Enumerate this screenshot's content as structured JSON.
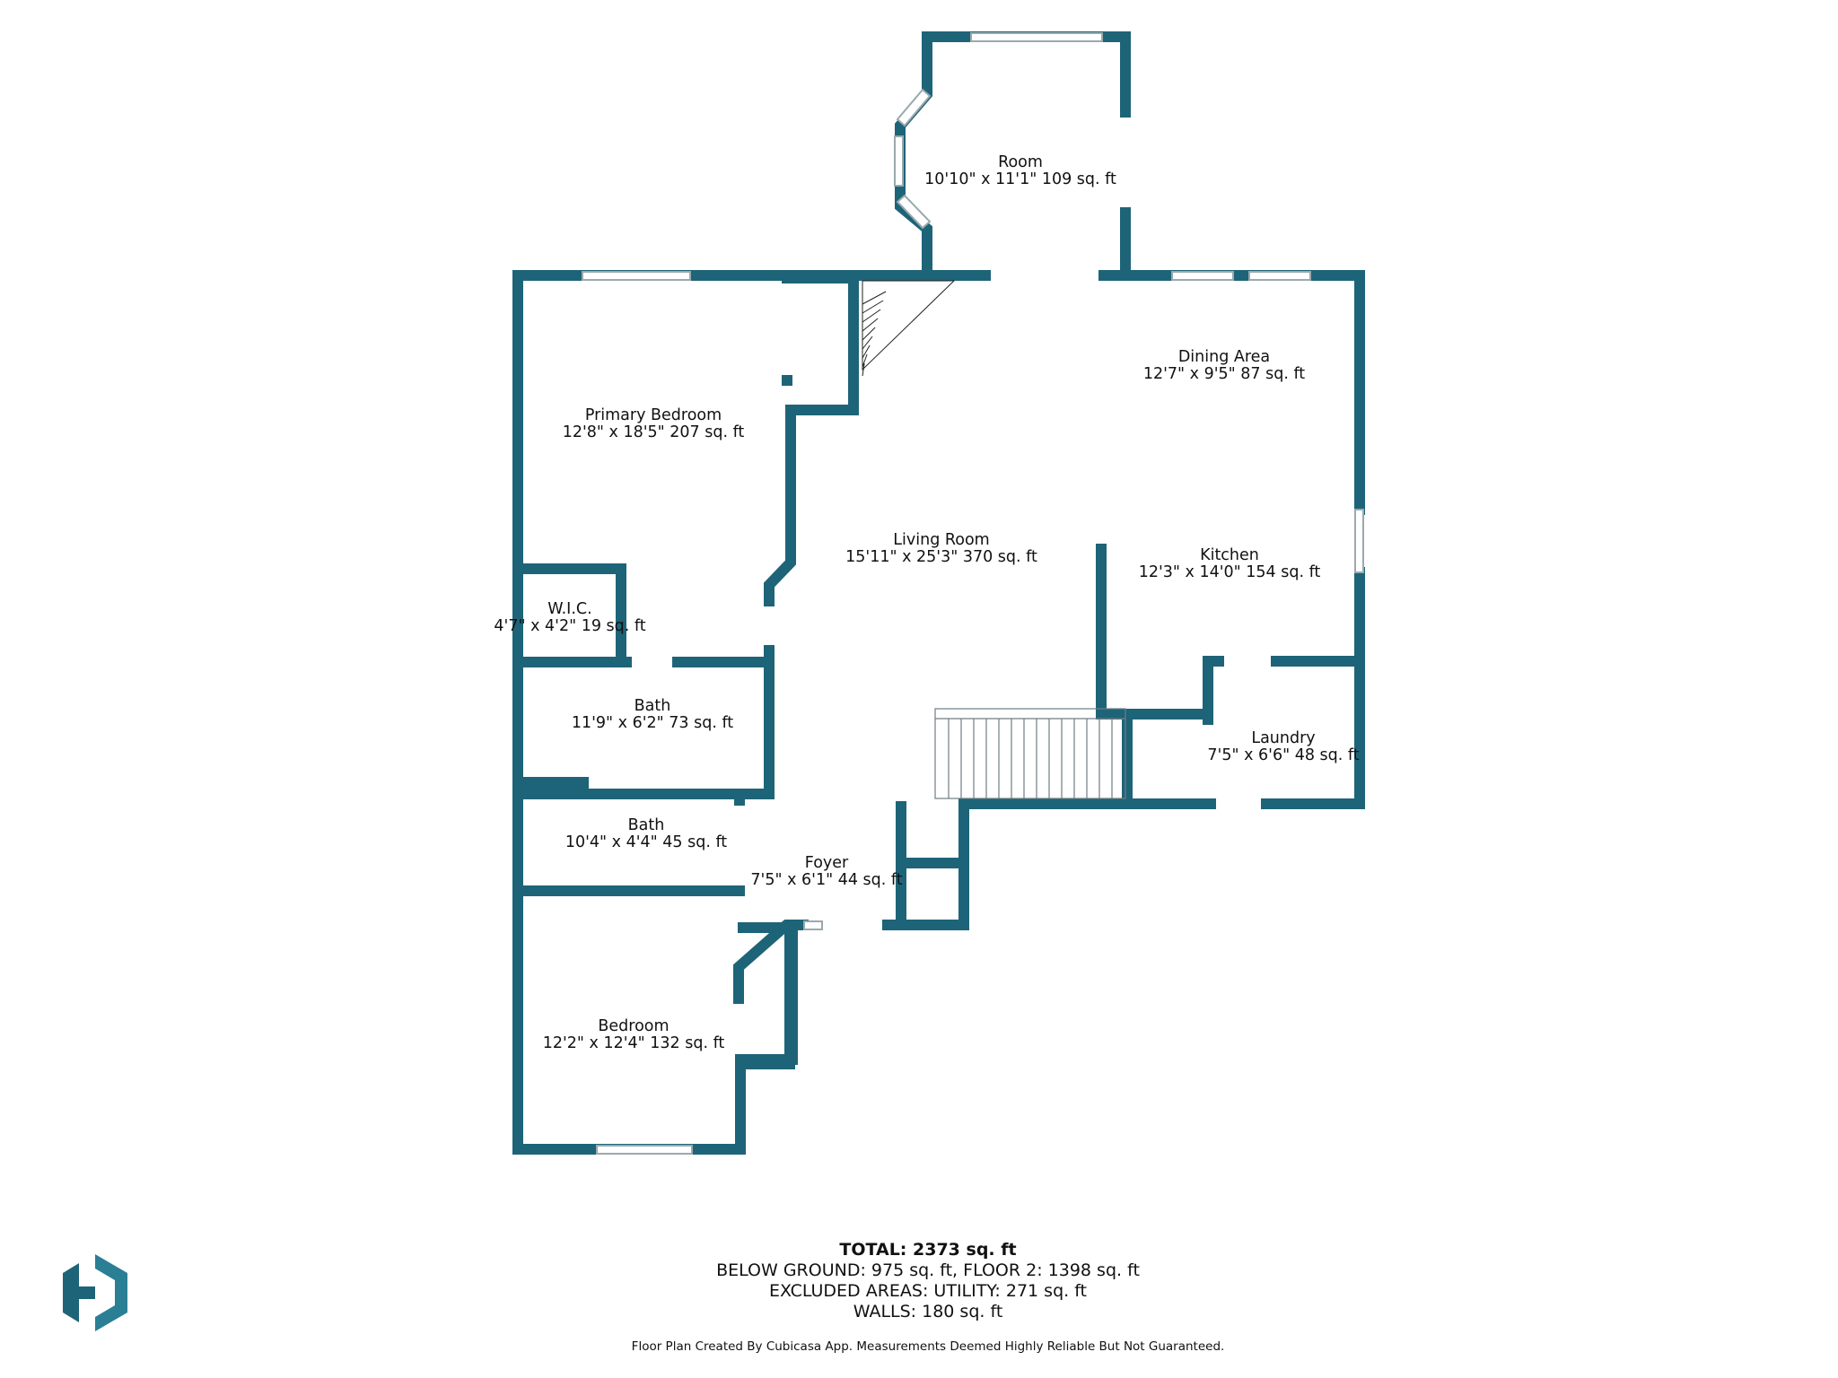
{
  "colors": {
    "wall": "#1e6478",
    "window": "#9aa9ae",
    "text": "#111111"
  },
  "rooms": {
    "sunroom": {
      "name": "Room",
      "dims": "10'10\" x 11'1\" 109 sq. ft"
    },
    "primary": {
      "name": "Primary Bedroom",
      "dims": "12'8\" x 18'5\" 207 sq. ft"
    },
    "dining": {
      "name": "Dining Area",
      "dims": "12'7\" x 9'5\" 87 sq. ft"
    },
    "living": {
      "name": "Living Room",
      "dims": "15'11\" x 25'3\" 370 sq. ft"
    },
    "kitchen": {
      "name": "Kitchen",
      "dims": "12'3\" x 14'0\" 154 sq. ft"
    },
    "wic": {
      "name": "W.I.C.",
      "dims": "4'7\" x 4'2\" 19 sq. ft"
    },
    "bath1": {
      "name": "Bath",
      "dims": "11'9\" x 6'2\" 73 sq. ft"
    },
    "laundry": {
      "name": "Laundry",
      "dims": "7'5\" x 6'6\" 48 sq. ft"
    },
    "bath2": {
      "name": "Bath",
      "dims": "10'4\" x 4'4\" 45 sq. ft"
    },
    "foyer": {
      "name": "Foyer",
      "dims": "7'5\" x 6'1\" 44 sq. ft"
    },
    "bedroom": {
      "name": "Bedroom",
      "dims": "12'2\" x 12'4\" 132 sq. ft"
    }
  },
  "summary": {
    "total": "TOTAL: 2373 sq. ft",
    "line1": "BELOW GROUND: 975 sq. ft, FLOOR 2: 1398 sq. ft",
    "line2": "EXCLUDED AREAS: UTILITY: 271 sq. ft",
    "line3": "WALLS: 180 sq. ft"
  },
  "disclaimer": "Floor Plan Created By Cubicasa App. Measurements Deemed Highly Reliable But Not Guaranteed."
}
